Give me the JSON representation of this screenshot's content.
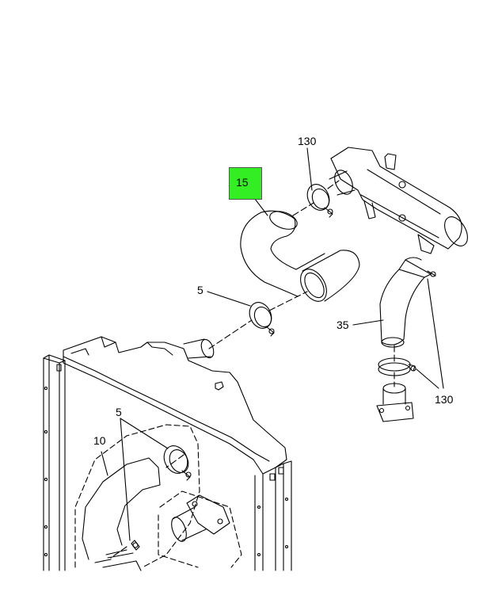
{
  "diagram": {
    "highlight_color": "#33ee22",
    "callouts": {
      "top_clamp": "130",
      "hose_upper": "15",
      "clamp_mid": "5",
      "hose_right": "35",
      "right_clamps": "130",
      "clamp_lower": "5",
      "hose_lower": "10"
    }
  }
}
